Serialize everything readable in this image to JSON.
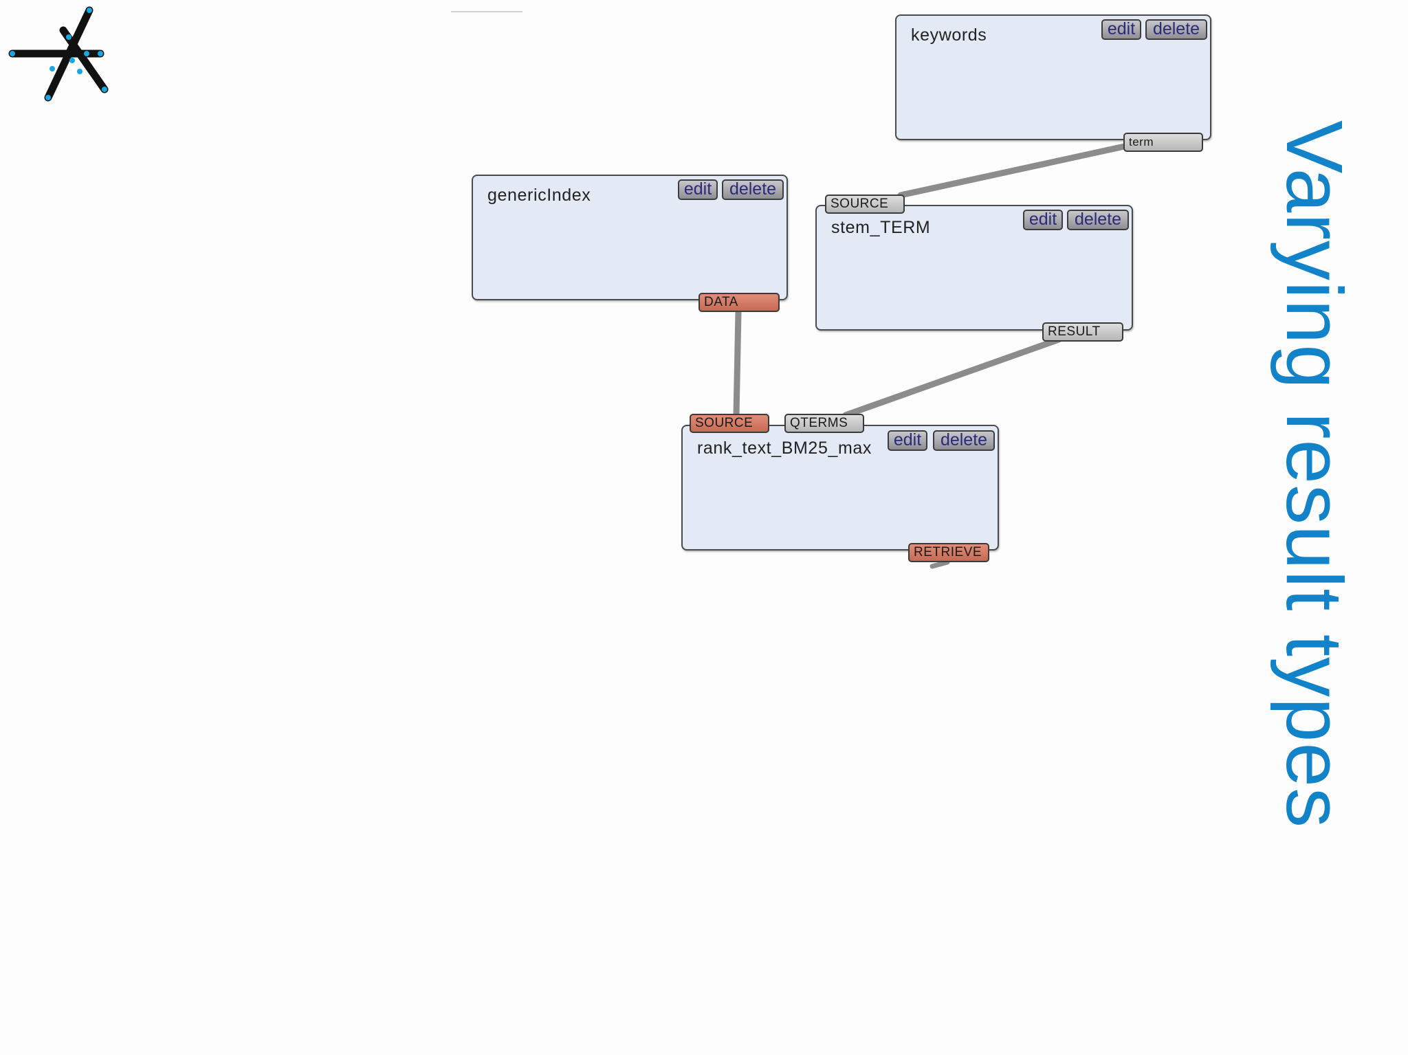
{
  "slide": {
    "title": "Varying result types",
    "title_color": "#1283c9"
  },
  "logo": {
    "icon": "asterisk-network-logo-icon",
    "colors": [
      "#111111",
      "#19a7e0"
    ]
  },
  "nodes": {
    "keywords": {
      "title": "keywords",
      "edit_label": "edit",
      "delete_label": "delete",
      "ports": {
        "term": "term"
      }
    },
    "genericIndex": {
      "title": "genericIndex",
      "edit_label": "edit",
      "delete_label": "delete",
      "ports": {
        "data": "DATA"
      }
    },
    "stem_TERM": {
      "title": "stem_TERM",
      "edit_label": "edit",
      "delete_label": "delete",
      "ports": {
        "source": "SOURCE",
        "result": "RESULT"
      }
    },
    "rank_text_BM25_max": {
      "title": "rank_text_BM25_max",
      "edit_label": "edit",
      "delete_label": "delete",
      "ports": {
        "source": "SOURCE",
        "qterms": "QTERMS",
        "retrieve": "RETRIEVE"
      }
    }
  },
  "connections": [
    {
      "from": "keywords.term",
      "to": "stem_TERM.SOURCE"
    },
    {
      "from": "genericIndex.DATA",
      "to": "rank_text_BM25_max.SOURCE"
    },
    {
      "from": "stem_TERM.RESULT",
      "to": "rank_text_BM25_max.QTERMS"
    }
  ],
  "colors": {
    "node_bg": "#e3eaf5",
    "port_grey": "#c8c8c8",
    "port_red": "#d07a65",
    "wire": "#8c8c8c"
  }
}
